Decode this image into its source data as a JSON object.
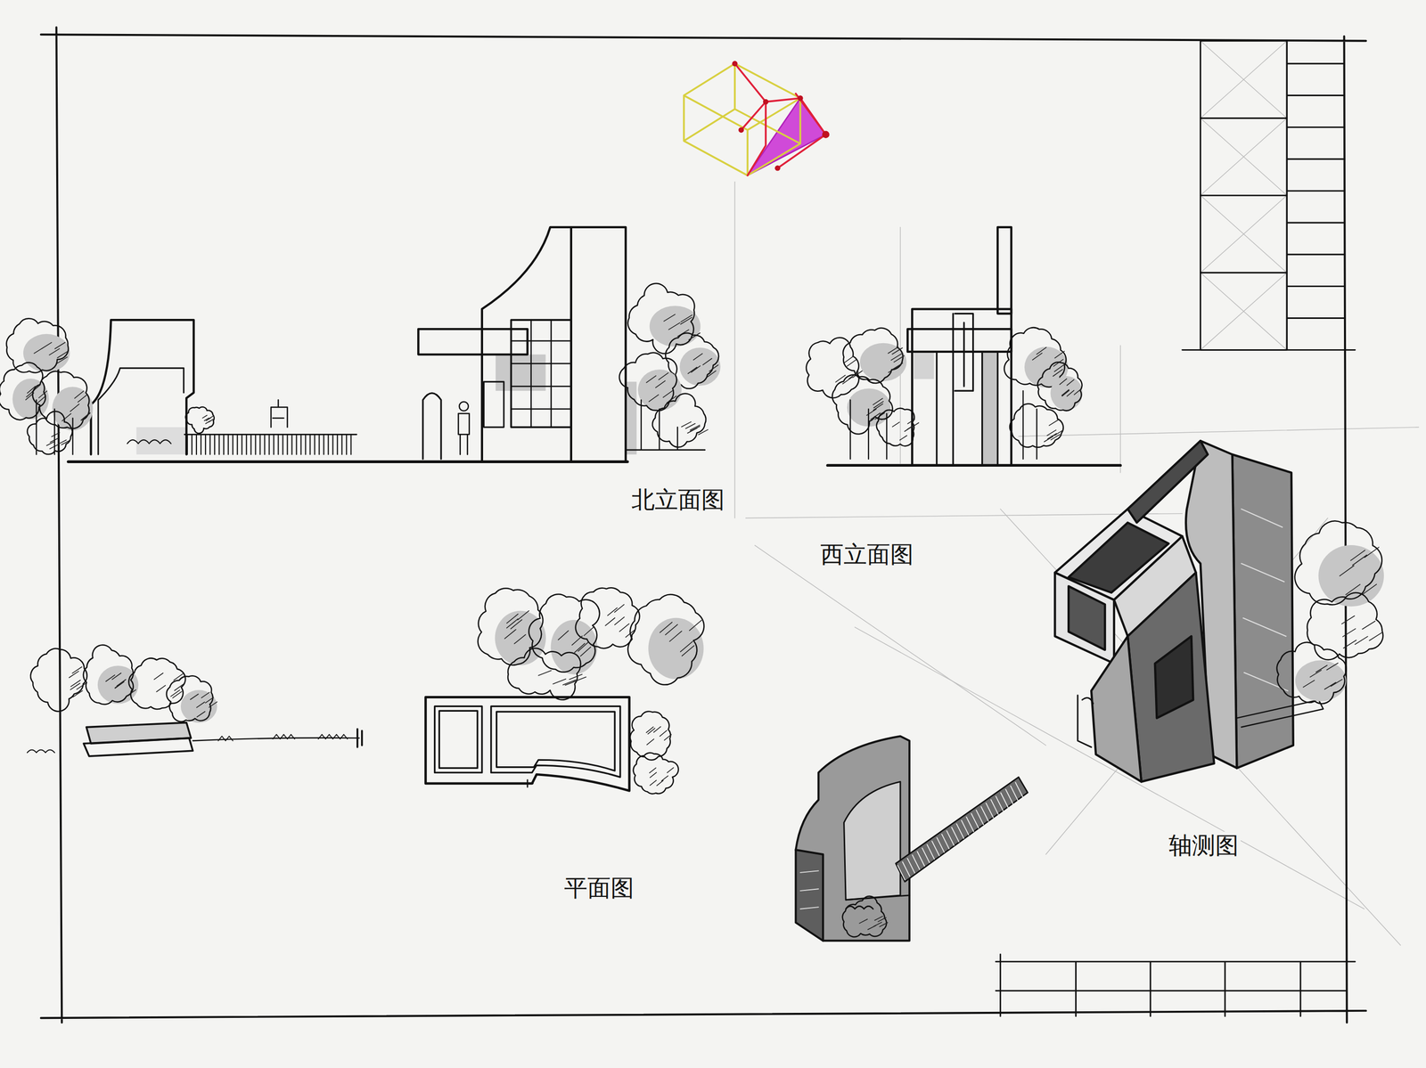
{
  "diagram": {
    "labels": [
      "北立面图",
      "西立面图",
      "平面图",
      "轴测图"
    ]
  }
}
